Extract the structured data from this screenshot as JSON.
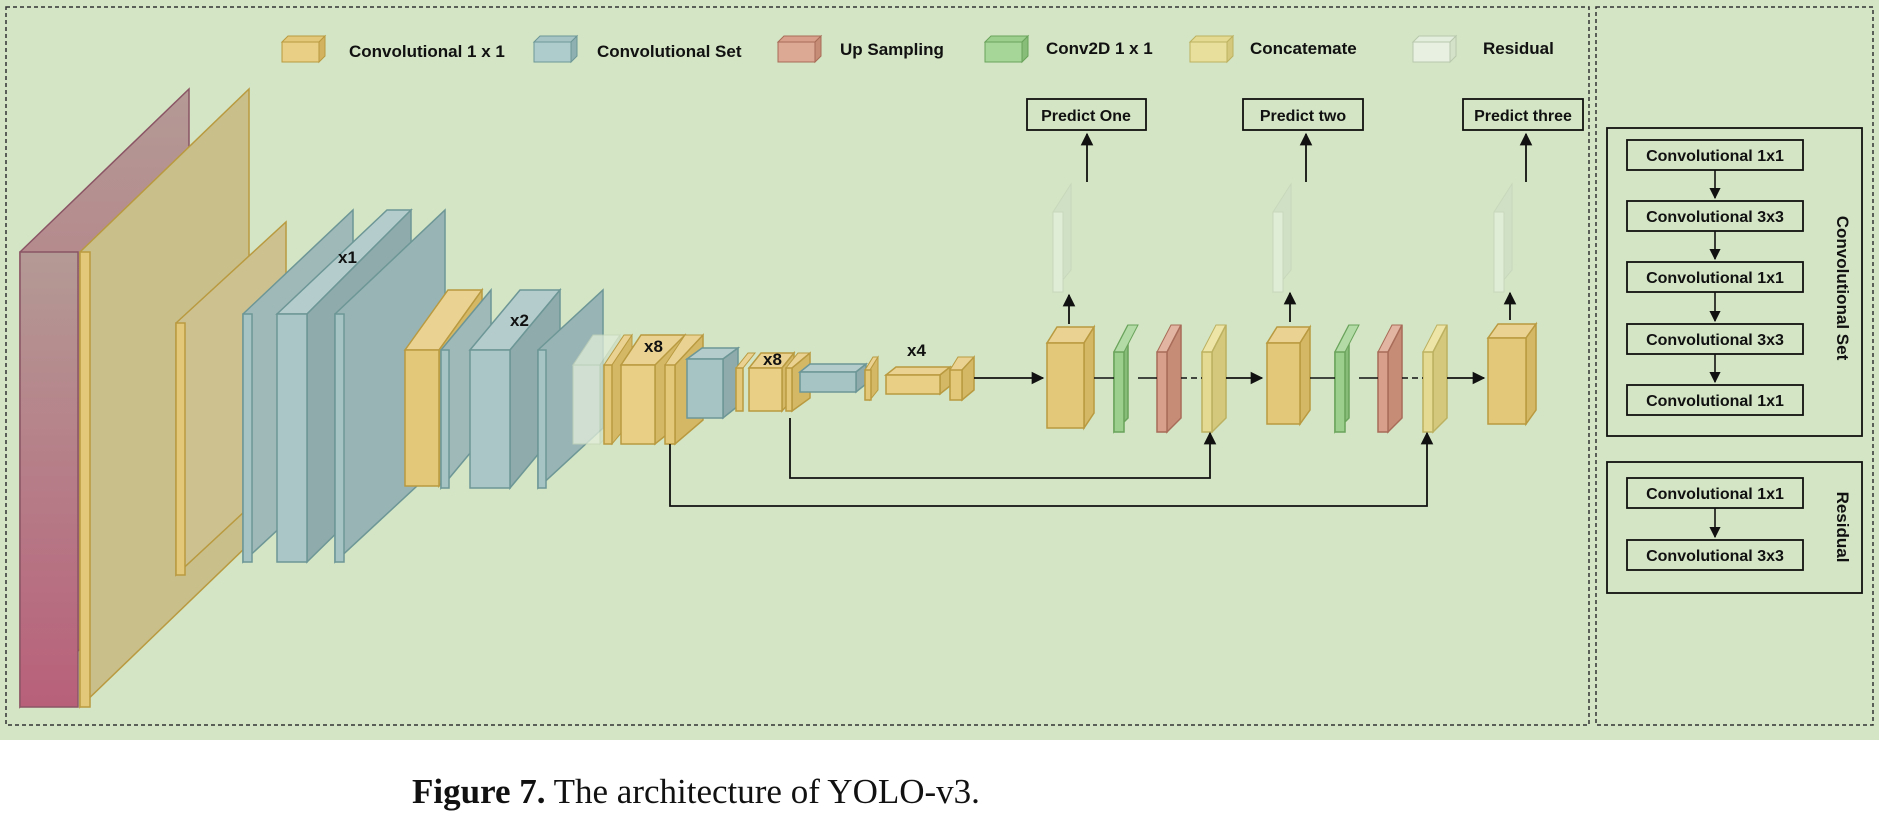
{
  "legend": [
    {
      "label": "Convolutional 1 x 1",
      "color": "#e3c87a",
      "icon": "cube-icon"
    },
    {
      "label": "Convolutional Set",
      "color": "#a7c4c4",
      "icon": "cube-icon"
    },
    {
      "label": "Up Sampling",
      "color": "#d8a08a",
      "icon": "cube-icon"
    },
    {
      "label": "Conv2D 1 x 1",
      "color": "#9ccf8e",
      "icon": "cube-icon"
    },
    {
      "label": "Concatemate",
      "color": "#e4da92",
      "icon": "cube-icon"
    },
    {
      "label": "Residual",
      "color": "#dbe8d2",
      "icon": "cube-icon"
    }
  ],
  "repeat_labels": [
    "x1",
    "x2",
    "x8",
    "x8",
    "x4"
  ],
  "outputs": [
    "Predict One",
    "Predict two",
    "Predict three"
  ],
  "conv_set": {
    "title": "Convolutional Set",
    "layers": [
      "Convolutional 1x1",
      "Convolutional 3x3",
      "Convolutional 1x1",
      "Convolutional 3x3",
      "Convolutional 1x1"
    ]
  },
  "residual": {
    "title": "Residual",
    "layers": [
      "Convolutional 1x1",
      "Convolutional 3x3"
    ]
  },
  "caption": {
    "label": "Figure 7.",
    "text": " The architecture of YOLO-v3."
  },
  "colors": {
    "background": "#d3e5c4",
    "conv1x1": "#e3c87a",
    "conv_set": "#a7c4c4",
    "upsampling": "#d8a08a",
    "conv2d": "#9ccf8e",
    "concat": "#e4da92",
    "residual": "#dbe8d2",
    "input": "#b5677d"
  }
}
